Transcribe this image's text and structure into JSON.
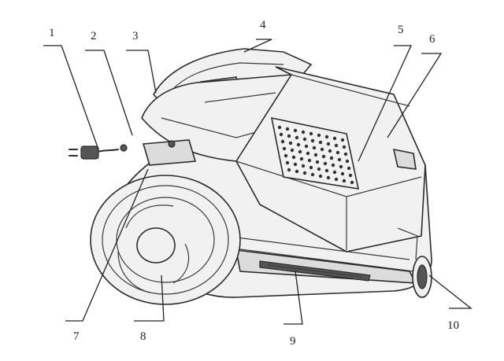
{
  "diagram": {
    "callouts": [
      {
        "id": "1",
        "label": "1"
      },
      {
        "id": "2",
        "label": "2"
      },
      {
        "id": "3",
        "label": "3"
      },
      {
        "id": "4",
        "label": "4"
      },
      {
        "id": "5",
        "label": "5"
      },
      {
        "id": "6",
        "label": "6"
      },
      {
        "id": "7",
        "label": "7"
      },
      {
        "id": "8",
        "label": "8"
      },
      {
        "id": "9",
        "label": "9"
      },
      {
        "id": "10",
        "label": "10"
      }
    ],
    "parts": [
      {
        "name": "power-plug-icon"
      },
      {
        "name": "carry-handle"
      },
      {
        "name": "dust-container"
      },
      {
        "name": "filter-grille"
      },
      {
        "name": "rear-wheel"
      },
      {
        "name": "hose-inlet"
      },
      {
        "name": "base-vent"
      },
      {
        "name": "front-castor"
      }
    ]
  }
}
